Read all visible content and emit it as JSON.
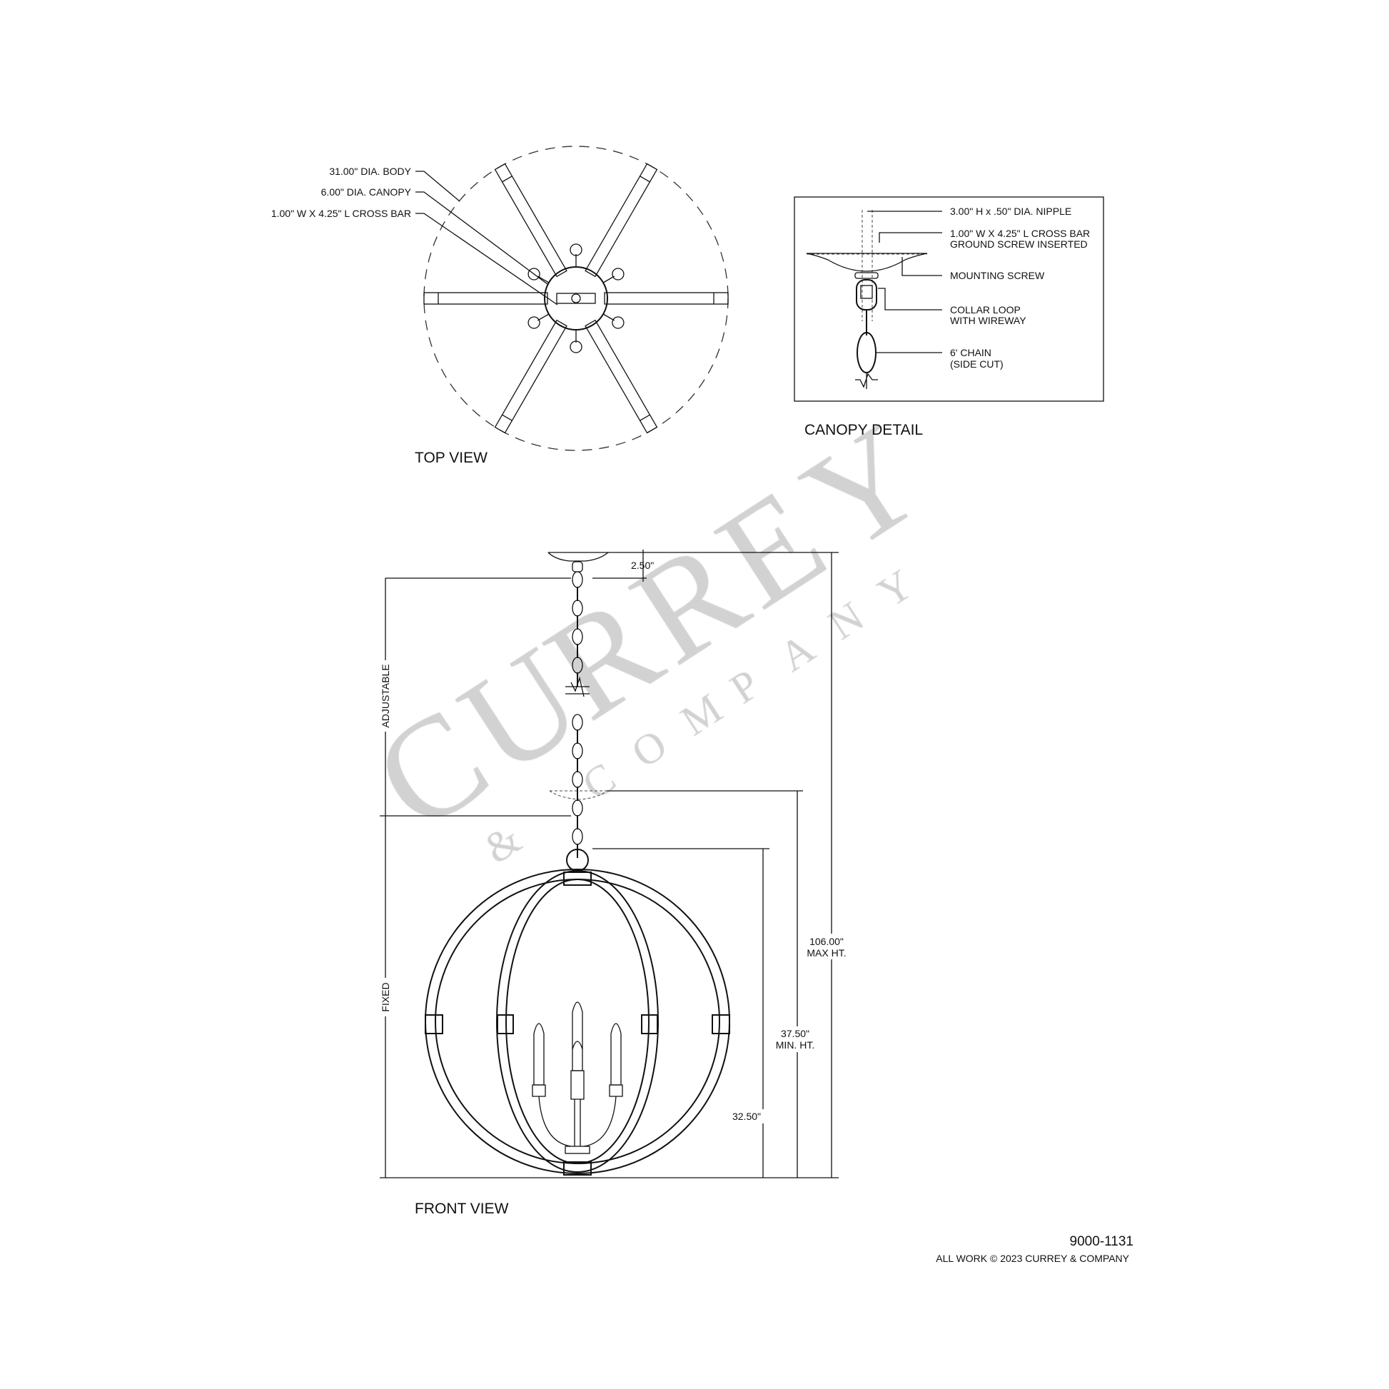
{
  "top_view": {
    "title": "TOP VIEW",
    "labels": [
      "31.00\" DIA. BODY",
      "6.00\" DIA. CANOPY",
      "1.00\" W X 4.25\" L CROSS BAR"
    ]
  },
  "canopy_detail": {
    "title": "CANOPY DETAIL",
    "labels": [
      [
        "3.00\" H x .50\" DIA. NIPPLE"
      ],
      [
        "1.00\" W X 4.25\" L CROSS BAR",
        "GROUND SCREW INSERTED"
      ],
      [
        "MOUNTING SCREW"
      ],
      [
        "COLLAR LOOP",
        "WITH WIREWAY"
      ],
      [
        "6' CHAIN",
        "(SIDE CUT)"
      ]
    ]
  },
  "front_view": {
    "title": "FRONT VIEW",
    "dims": {
      "canopy_height": "2.50\"",
      "max_height": [
        "106.00\"",
        "MAX HT."
      ],
      "min_height": [
        "37.50\"",
        "MIN. HT."
      ],
      "body_height": "32.50\"",
      "adjustable": "ADJUSTABLE",
      "fixed": "FIXED"
    }
  },
  "watermark": {
    "brand": "CURREY",
    "sub": "& COMPANY"
  },
  "footer": {
    "model": "9000-1131",
    "copyright": "ALL WORK © 2023 CURREY & COMPANY"
  }
}
